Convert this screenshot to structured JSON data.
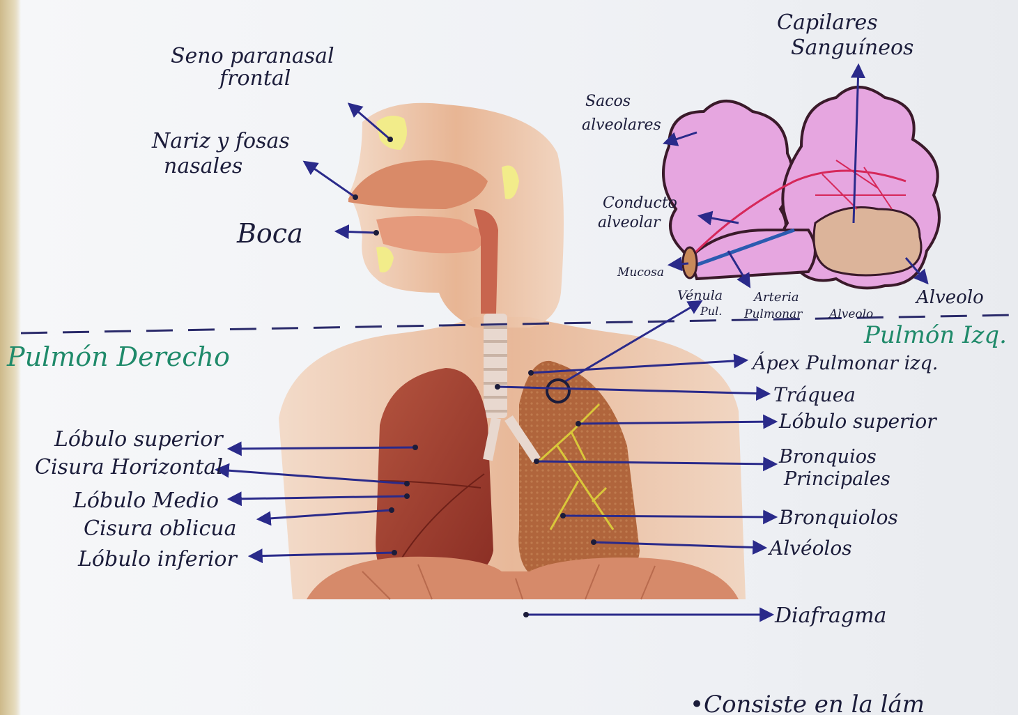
{
  "labels": {
    "seno_line1": "Seno paranasal",
    "seno_line2": "frontal",
    "nariz_line1": "Nariz y fosas",
    "nariz_line2": "nasales",
    "boca": "Boca",
    "capilares_line1": "Capilares",
    "capilares_line2": "Sanguíneos",
    "sacos_line1": "Sacos",
    "sacos_line2": "alveolares",
    "conducto_line1": "Conducto",
    "conducto_line2": "alveolar",
    "mucosa": "Mucosa",
    "venula_line1": "Vénula",
    "venula_line2": "Pul.",
    "arteria_line1": "Arteria",
    "arteria_line2": "Pulmonar",
    "alveolo_small": "Alveolo",
    "alveolo": "Alveolo",
    "pulmon_derecho": "Pulmón Derecho",
    "pulmon_izq": "Pulmón Izq.",
    "apex": "Ápex Pulmonar izq.",
    "traquea": "Tráquea",
    "lobulo_superior_izq": "Lóbulo superior",
    "bronquios_line1": "Bronquios",
    "bronquios_line2": "Principales",
    "bronquiolos": "Bronquiolos",
    "alveolos": "Alvéolos",
    "diafragma": "Diafragma",
    "lobulo_superior": "Lóbulo superior",
    "cisura_horizontal": "Cisura Horizontal",
    "lobulo_medio": "Lóbulo Medio",
    "cisura_oblicua": "Cisura oblicua",
    "lobulo_inferior": "Lóbulo inferior",
    "bottom_note": "•Consiste en la lám"
  },
  "colors": {
    "ink": "#1b1c3a",
    "arrow": "#2a2a8a",
    "green_ink": "#1f8a6a",
    "skin": "#e9b896",
    "lung_right": "#9c3a2c",
    "lung_left": "#a85a35",
    "alveoli_pink": "#e6a6e0",
    "sinus_yellow": "#f2ec8a"
  }
}
